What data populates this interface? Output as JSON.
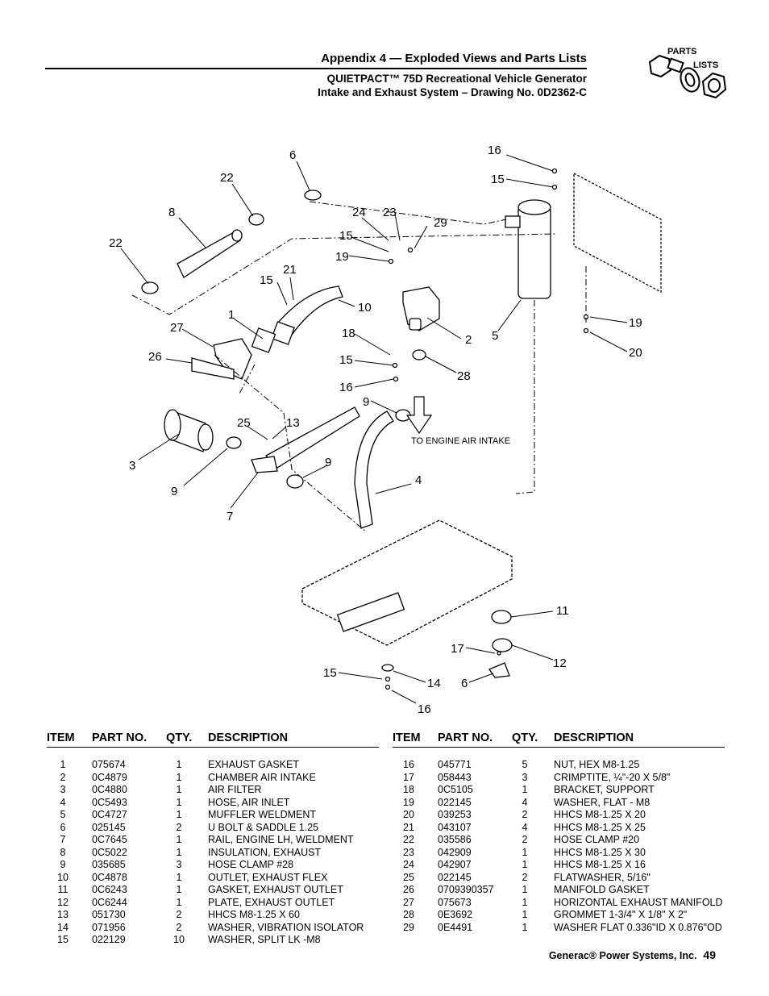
{
  "header": {
    "title": "Appendix 4 — Exploded Views and Parts Lists",
    "subtitle1": "QUIETPACT™ 75D Recreational Vehicle Generator",
    "subtitle2": "Intake and Exhaust System – Drawing No. 0D2362-C"
  },
  "logo": {
    "line1": "PARTS",
    "line2": "LISTS",
    "icon": "bolt-washer-nut-icon"
  },
  "diagram": {
    "callouts": {
      "c16a": "16",
      "c15a": "15",
      "c6a": "6",
      "c22a": "22",
      "c8": "8",
      "c22b": "22",
      "c24": "24",
      "c23": "23",
      "c29": "29",
      "c15b": "15",
      "c19a": "19",
      "c21": "21",
      "c15c": "15",
      "c1": "1",
      "c10": "10",
      "c27": "27",
      "c26": "26",
      "c18": "18",
      "c2": "2",
      "c5": "5",
      "c19b": "19",
      "c20": "20",
      "c15d": "15",
      "c28": "28",
      "c16b": "16",
      "c9a": "9",
      "c25": "25",
      "c13": "13",
      "c3": "3",
      "c9b": "9",
      "c9c": "9",
      "c4": "4",
      "c7": "7",
      "c11": "11",
      "c17": "17",
      "c12": "12",
      "c15e": "15",
      "c14": "14",
      "c6b": "6",
      "c16c": "16"
    },
    "note": "TO ENGINE AIR INTAKE"
  },
  "columns": {
    "item": "ITEM",
    "part": "PART NO.",
    "qty": "QTY.",
    "desc": "DESCRIPTION"
  },
  "parts_left": [
    {
      "item": "1",
      "part": "075674",
      "qty": "1",
      "desc": "EXHAUST GASKET"
    },
    {
      "item": "2",
      "part": "0C4879",
      "qty": "1",
      "desc": "CHAMBER AIR INTAKE"
    },
    {
      "item": "3",
      "part": "0C4880",
      "qty": "1",
      "desc": "AIR FILTER"
    },
    {
      "item": "4",
      "part": "0C5493",
      "qty": "1",
      "desc": "HOSE, AIR INLET"
    },
    {
      "item": "5",
      "part": "0C4727",
      "qty": "1",
      "desc": "MUFFLER WELDMENT"
    },
    {
      "item": "6",
      "part": "025145",
      "qty": "2",
      "desc": "U BOLT & SADDLE 1.25"
    },
    {
      "item": "7",
      "part": "0C7645",
      "qty": "1",
      "desc": "RAIL,  ENGINE LH, WELDMENT"
    },
    {
      "item": "8",
      "part": "0C5022",
      "qty": "1",
      "desc": "INSULATION, EXHAUST"
    },
    {
      "item": "9",
      "part": "035685",
      "qty": "3",
      "desc": "HOSE CLAMP #28"
    },
    {
      "item": "10",
      "part": "0C4878",
      "qty": "1",
      "desc": "OUTLET, EXHAUST FLEX"
    },
    {
      "item": "11",
      "part": "0C6243",
      "qty": "1",
      "desc": "GASKET, EXHAUST OUTLET"
    },
    {
      "item": "12",
      "part": "0C6244",
      "qty": "1",
      "desc": "PLATE, EXHAUST OUTLET"
    },
    {
      "item": "13",
      "part": "051730",
      "qty": "2",
      "desc": "HHCS M8-1.25 X 60"
    },
    {
      "item": "14",
      "part": "071956",
      "qty": "2",
      "desc": "WASHER, VIBRATION ISOLATOR"
    },
    {
      "item": "15",
      "part": "022129",
      "qty": "10",
      "desc": "WASHER, SPLIT LK -M8"
    }
  ],
  "parts_right": [
    {
      "item": "16",
      "part": "045771",
      "qty": "5",
      "desc": "NUT, HEX M8-1.25"
    },
    {
      "item": "17",
      "part": "058443",
      "qty": "3",
      "desc": "CRIMPTITE,  ¼\"-20 X 5/8\""
    },
    {
      "item": "18",
      "part": "0C5105",
      "qty": "1",
      "desc": "BRACKET, SUPPORT"
    },
    {
      "item": "19",
      "part": "022145",
      "qty": "4",
      "desc": "WASHER, FLAT - M8"
    },
    {
      "item": "20",
      "part": "039253",
      "qty": "2",
      "desc": "HHCS M8-1.25 X 20"
    },
    {
      "item": "21",
      "part": "043107",
      "qty": "4",
      "desc": "HHCS M8-1.25 X 25"
    },
    {
      "item": "22",
      "part": "035586",
      "qty": "2",
      "desc": "HOSE CLAMP #20"
    },
    {
      "item": "23",
      "part": "042909",
      "qty": "1",
      "desc": "HHCS M8-1.25 X 30"
    },
    {
      "item": "24",
      "part": "042907",
      "qty": "1",
      "desc": "HHCS M8-1.25 X 16"
    },
    {
      "item": "25",
      "part": "022145",
      "qty": "2",
      "desc": "FLATWASHER, 5/16\""
    },
    {
      "item": "26",
      "part": "0709390357",
      "qty": "1",
      "desc": "MANIFOLD GASKET"
    },
    {
      "item": "27",
      "part": "075673",
      "qty": "1",
      "desc": "HORIZONTAL EXHAUST MANIFOLD"
    },
    {
      "item": "28",
      "part": "0E3692",
      "qty": "1",
      "desc": "GROMMET 1-3/4\" X 1/8\" X 2\""
    },
    {
      "item": "29",
      "part": "0E4491",
      "qty": "1",
      "desc": "WASHER FLAT 0.336\"ID X 0.876\"OD"
    }
  ],
  "footer": {
    "company": "Generac® Power Systems, Inc.",
    "page": "49"
  }
}
